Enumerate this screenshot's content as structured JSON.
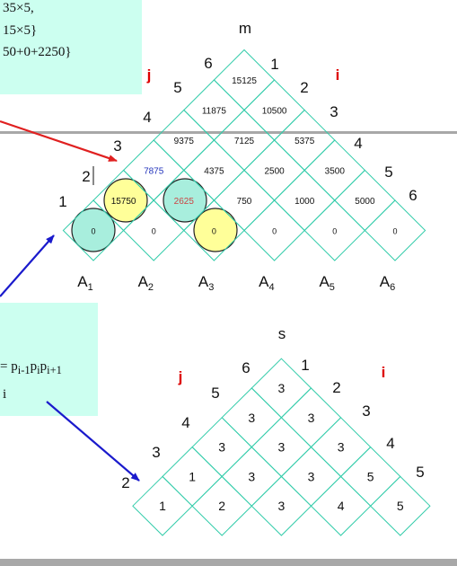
{
  "note_top": {
    "lines": [
      "35×5,",
      "15×5}",
      "50+0+2250}"
    ]
  },
  "note_bottom": {
    "formula": "= p",
    "formula_sub1": "i-1",
    "formula_p2": "p",
    "formula_sub2": "i",
    "formula_p3": "p",
    "formula_sub3": "i+1",
    "line2": "i"
  },
  "m_table": {
    "title": "m",
    "j_label": "j",
    "i_label": "i",
    "left_indices": [
      "1",
      "2",
      "3",
      "4",
      "5",
      "6"
    ],
    "right_indices": [
      "1",
      "2",
      "3",
      "4",
      "5",
      "6"
    ],
    "rows": [
      [
        "0",
        "0",
        "0",
        "0",
        "0",
        "0"
      ],
      [
        "15750",
        "2625",
        "750",
        "1000",
        "5000"
      ],
      [
        "7875",
        "4375",
        "2500",
        "3500"
      ],
      [
        "9375",
        "7125",
        "5375"
      ],
      [
        "11875",
        "10500"
      ],
      [
        "15125"
      ]
    ],
    "matrices": [
      {
        "base": "A",
        "sub": "1"
      },
      {
        "base": "A",
        "sub": "2"
      },
      {
        "base": "A",
        "sub": "3"
      },
      {
        "base": "A",
        "sub": "4"
      },
      {
        "base": "A",
        "sub": "5"
      },
      {
        "base": "A",
        "sub": "6"
      }
    ]
  },
  "s_table": {
    "title": "s",
    "j_label": "j",
    "i_label": "i",
    "left_indices": [
      "2",
      "3",
      "4",
      "5",
      "6"
    ],
    "right_indices": [
      "1",
      "2",
      "3",
      "4",
      "5"
    ],
    "rows": [
      [
        "1",
        "2",
        "3",
        "4",
        "5"
      ],
      [
        "1",
        "3",
        "3",
        "5"
      ],
      [
        "3",
        "3",
        "3"
      ],
      [
        "3",
        "3"
      ],
      [
        "3"
      ]
    ]
  },
  "colors": {
    "grid": "#33ccaa",
    "label_red": "#dd0000",
    "blue_text": "#2233bb",
    "red_text": "#cc4444",
    "arrow_red": "#e02020",
    "arrow_blue": "#1a1acc",
    "circle_cyan": "#a8eedd",
    "circle_yellow": "#ffff99",
    "note_bg": "#ccfff0"
  }
}
